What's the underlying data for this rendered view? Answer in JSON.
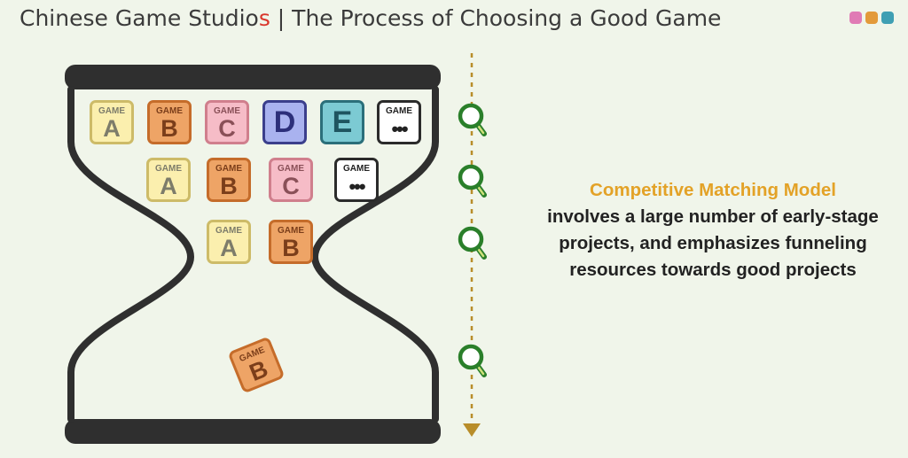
{
  "header": {
    "title_main": "Chinese Game Studio",
    "title_accent": "s",
    "title_rest": " | The Process of Choosing a Good Game"
  },
  "logo_dots": [
    "#e07bb5",
    "#e39a3a",
    "#3f9fb3"
  ],
  "description": {
    "highlight": "Competitive Matching Model",
    "body": "involves a large number of early-stage projects, and emphasizes funneling resources towards good projects"
  },
  "cards": [
    {
      "label": "GAME",
      "letter": "A",
      "style": "yellow"
    },
    {
      "label": "GAME",
      "letter": "B",
      "style": "orange"
    },
    {
      "label": "GAME",
      "letter": "C",
      "style": "pink"
    },
    {
      "label": "",
      "letter": "D",
      "style": "blue"
    },
    {
      "label": "",
      "letter": "E",
      "style": "teal"
    },
    {
      "label": "GAME",
      "letter": "•••",
      "style": "white"
    },
    {
      "label": "GAME",
      "letter": "A",
      "style": "yellow"
    },
    {
      "label": "GAME",
      "letter": "B",
      "style": "orange"
    },
    {
      "label": "GAME",
      "letter": "C",
      "style": "pink"
    },
    {
      "label": "GAME",
      "letter": "•••",
      "style": "white"
    },
    {
      "label": "GAME",
      "letter": "A",
      "style": "yellow"
    },
    {
      "label": "GAME",
      "letter": "B",
      "style": "orange"
    },
    {
      "label": "GAME",
      "letter": "B",
      "style": "orange"
    }
  ],
  "card_styles": {
    "yellow": {
      "bg": "#fbefae",
      "border": "#cdbb68",
      "text": "#7d7c6a"
    },
    "orange": {
      "bg": "#eea466",
      "border": "#c56c2a",
      "text": "#7b3e1a"
    },
    "pink": {
      "bg": "#f6bcc7",
      "border": "#d07f8d",
      "text": "#8a5058"
    },
    "blue": {
      "bg": "#a9b2ef",
      "border": "#3b3f8c",
      "text": "#2c2f7a"
    },
    "teal": {
      "bg": "#7ccad3",
      "border": "#2b6f7a",
      "text": "#1f5560"
    },
    "white": {
      "bg": "#ffffff",
      "border": "#2b2b2b",
      "text": "#222222"
    }
  },
  "colors": {
    "funnel": "#2f2f2f",
    "timeline": "#b88d2a",
    "magnifier": "#2a7f2a"
  },
  "icons": [
    "magnifier-icon",
    "arrow-down-icon"
  ]
}
